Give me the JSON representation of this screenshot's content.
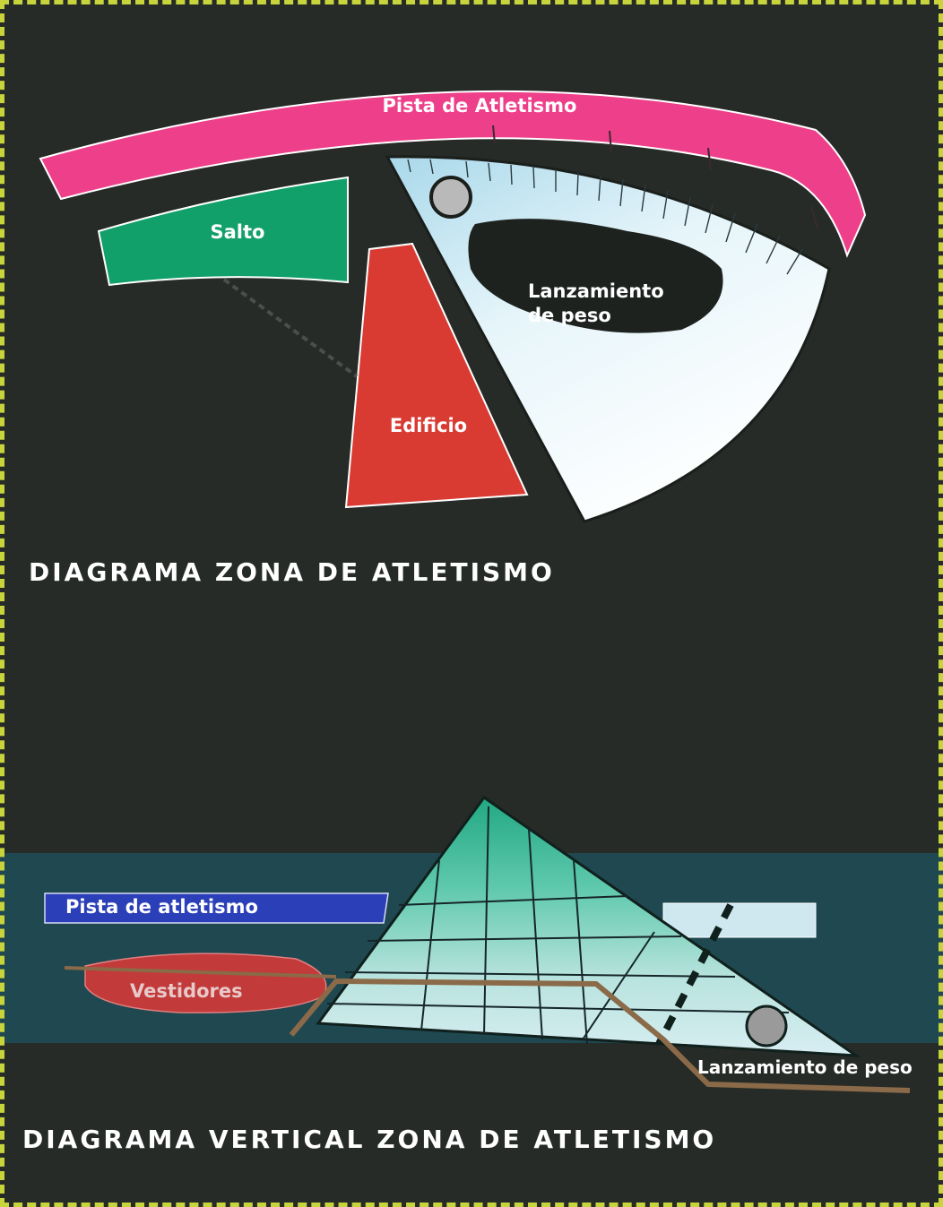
{
  "plan": {
    "title": "DIAGRAMA ZONA DE ATLETISMO",
    "zones": {
      "track": "Pista de Atletismo",
      "jump": "Salto",
      "building": "Edificio",
      "shot_put_line1": "Lanzamiento",
      "shot_put_line2": "de peso"
    }
  },
  "section": {
    "title": "DIAGRAMA VERTICAL ZONA DE ATLETISMO",
    "zones": {
      "track": "Pista de atletismo",
      "locker_rooms": "Vestidores",
      "shot_put": "Lanzamiento de peso"
    }
  },
  "colors": {
    "background": "#262b27",
    "frame": "#c8d43c",
    "track": "#ee3f8a",
    "jump": "#12a06a",
    "building": "#d93b33",
    "shot_put": "#dff2f8",
    "section_band": "#1f4b55",
    "section_track": "#2a3fb8",
    "locker_rooms": "#c23a3a",
    "pyramid": "#27b08f",
    "ground": "#8a6a48"
  }
}
